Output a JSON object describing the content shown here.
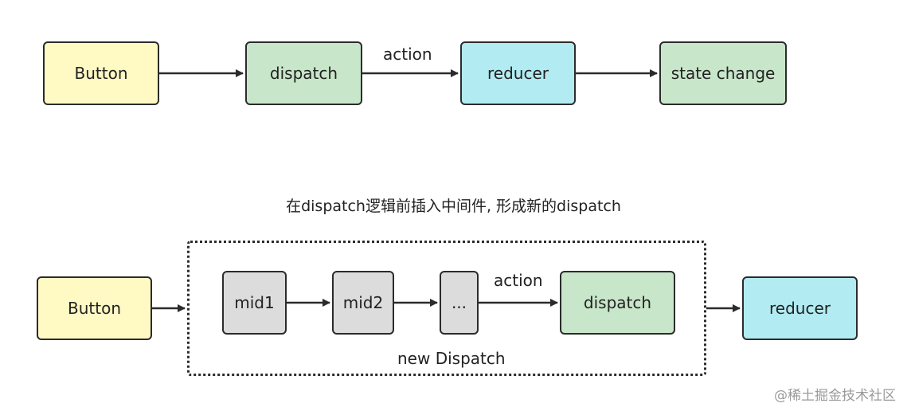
{
  "colors": {
    "yellow": "#fff9c4",
    "green": "#c8e6c9",
    "cyan": "#b2ebf2",
    "gray": "#dcdcdc",
    "stroke": "#2b2b2b"
  },
  "top_flow": {
    "button": "Button",
    "dispatch": "dispatch",
    "edge_action": "action",
    "reducer": "reducer",
    "state_change": "state change"
  },
  "caption": "在dispatch逻辑前插入中间件, 形成新的dispatch",
  "bottom_flow": {
    "button": "Button",
    "group_label": "new Dispatch",
    "mid1": "mid1",
    "mid2": "mid2",
    "ellipsis": "...",
    "edge_action": "action",
    "dispatch": "dispatch",
    "reducer": "reducer"
  },
  "watermark": "@稀土掘金技术社区"
}
